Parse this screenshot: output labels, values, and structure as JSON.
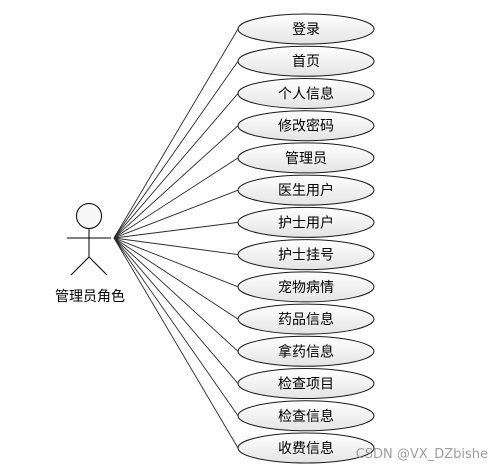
{
  "actor": {
    "label": "管理员角色"
  },
  "use_cases": [
    {
      "label": "登录"
    },
    {
      "label": "首页"
    },
    {
      "label": "个人信息"
    },
    {
      "label": "修改密码"
    },
    {
      "label": "管理员"
    },
    {
      "label": "医生用户"
    },
    {
      "label": "护士用户"
    },
    {
      "label": "护士挂号"
    },
    {
      "label": "宠物病情"
    },
    {
      "label": "药品信息"
    },
    {
      "label": "拿药信息"
    },
    {
      "label": "检查项目"
    },
    {
      "label": "检查信息"
    },
    {
      "label": "收费信息"
    }
  ],
  "watermark": {
    "text": "CSDN @VX_DZbishe"
  },
  "colors": {
    "ellipse_fill_top": "#ffffff",
    "ellipse_fill_bottom": "#e4e4e4",
    "stroke": "#1a1a1a"
  }
}
